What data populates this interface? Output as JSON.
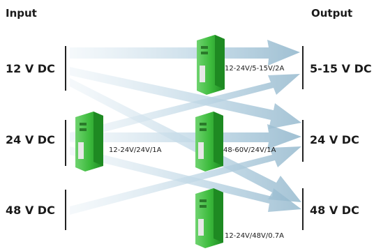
{
  "headers": {
    "input": "Input",
    "output": "Output"
  },
  "inputs": [
    "12 V DC",
    "24 V DC",
    "48 V DC"
  ],
  "outputs": [
    "5-15 V DC",
    "24 V DC",
    "48 V DC"
  ],
  "modules": [
    {
      "id": "m1",
      "label": "12-24V/5-15V/2A"
    },
    {
      "id": "m2",
      "label": "12-24V/24V/1A"
    },
    {
      "id": "m3",
      "label": "48-60V/24V/1A"
    },
    {
      "id": "m4",
      "label": "12-24V/48V/0.7A"
    }
  ],
  "colors": {
    "arrow": "#b8d4e4",
    "arrow_edge": "#8fb5cb",
    "module": "#3dbb3d",
    "module_dark": "#1e8a22",
    "bracket": "#222222"
  }
}
